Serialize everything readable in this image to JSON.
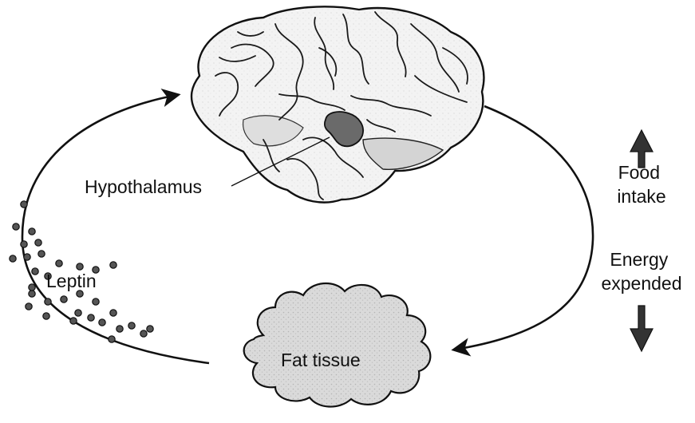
{
  "labels": {
    "hypothalamus": "Hypothalamus",
    "leptin": "Leptin",
    "fat_tissue": "Fat tissue",
    "food_intake": [
      "Food",
      "intake"
    ],
    "energy_expended": [
      "Energy",
      "expended"
    ]
  },
  "indicators": {
    "food_intake_arrow": "up-arrow-icon",
    "energy_expended_arrow": "down-arrow-icon"
  },
  "colors": {
    "line": "#111111",
    "brain_fill": "#f1f1f1",
    "brain_shade": "#d2d2d2",
    "hypothalamus_fill": "#6a6a6a",
    "fat_fill": "#d6d6d6",
    "leptin_dot": "#555555"
  }
}
